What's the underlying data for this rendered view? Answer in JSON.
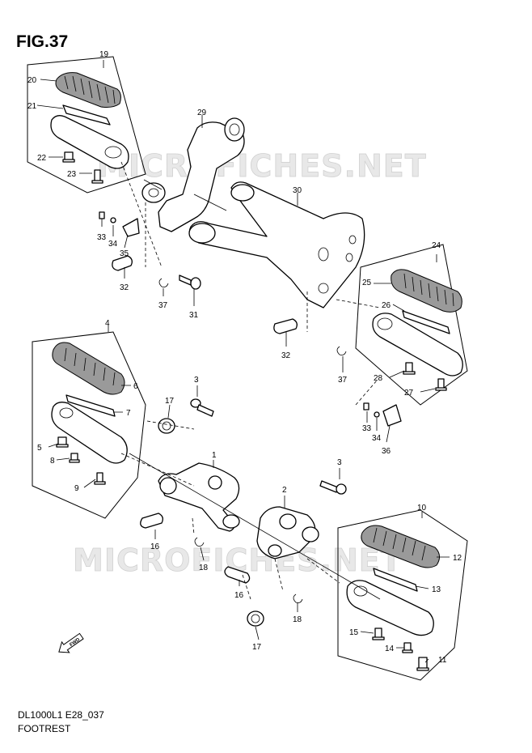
{
  "figure": {
    "title": "FIG.37",
    "model_code": "DL1000L1 E28_037",
    "section_name": "FOOTREST",
    "watermark": "MICROFICHES.NET"
  },
  "callouts": [
    {
      "id": "c19",
      "number": "19"
    },
    {
      "id": "c20",
      "number": "20"
    },
    {
      "id": "c21",
      "number": "21"
    },
    {
      "id": "c22",
      "number": "22"
    },
    {
      "id": "c23",
      "number": "23"
    },
    {
      "id": "c29",
      "number": "29"
    },
    {
      "id": "c30",
      "number": "30"
    },
    {
      "id": "c33a",
      "number": "33"
    },
    {
      "id": "c34a",
      "number": "34"
    },
    {
      "id": "c35",
      "number": "35"
    },
    {
      "id": "c32a",
      "number": "32"
    },
    {
      "id": "c37a",
      "number": "37"
    },
    {
      "id": "c31",
      "number": "31"
    },
    {
      "id": "c24",
      "number": "24"
    },
    {
      "id": "c25",
      "number": "25"
    },
    {
      "id": "c26",
      "number": "26"
    },
    {
      "id": "c32b",
      "number": "32"
    },
    {
      "id": "c37b",
      "number": "37"
    },
    {
      "id": "c28",
      "number": "28"
    },
    {
      "id": "c27",
      "number": "27"
    },
    {
      "id": "c33b",
      "number": "33"
    },
    {
      "id": "c34b",
      "number": "34"
    },
    {
      "id": "c36",
      "number": "36"
    },
    {
      "id": "c4",
      "number": "4"
    },
    {
      "id": "c6",
      "number": "6"
    },
    {
      "id": "c7",
      "number": "7"
    },
    {
      "id": "c8a",
      "number": "8"
    },
    {
      "id": "c5",
      "number": "5"
    },
    {
      "id": "c8b",
      "number": "8"
    },
    {
      "id": "c9",
      "number": "9"
    },
    {
      "id": "c3a",
      "number": "3"
    },
    {
      "id": "c17a",
      "number": "17"
    },
    {
      "id": "c1",
      "number": "1"
    },
    {
      "id": "c16a",
      "number": "16"
    },
    {
      "id": "c18a",
      "number": "18"
    },
    {
      "id": "c3b",
      "number": "3"
    },
    {
      "id": "c2",
      "number": "2"
    },
    {
      "id": "c10",
      "number": "10"
    },
    {
      "id": "c12",
      "number": "12"
    },
    {
      "id": "c13",
      "number": "13"
    },
    {
      "id": "c16b",
      "number": "16"
    },
    {
      "id": "c18b",
      "number": "18"
    },
    {
      "id": "c17b",
      "number": "17"
    },
    {
      "id": "c15",
      "number": "15"
    },
    {
      "id": "c14",
      "number": "14"
    },
    {
      "id": "c11",
      "number": "11"
    }
  ],
  "front_indicator": {
    "label": "FWD"
  }
}
